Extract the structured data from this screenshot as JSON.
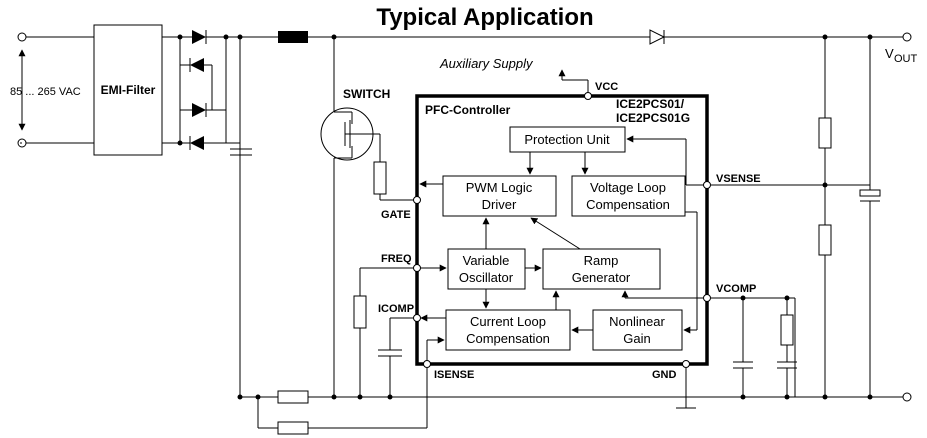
{
  "title": "Typical Application",
  "input": {
    "voltage_range": "85 ... 265 VAC"
  },
  "blocks": {
    "emi_filter": "EMI-Filter",
    "switch": "SWITCH",
    "controller": "PFC-Controller",
    "part_number_line1": "ICE2PCS01/",
    "part_number_line2": "ICE2PCS01G",
    "protection_unit": "Protection Unit",
    "pwm_line1": "PWM Logic",
    "pwm_line2": "Driver",
    "vloop_line1": "Voltage Loop",
    "vloop_line2": "Compensation",
    "vosc_line1": "Variable",
    "vosc_line2": "Oscillator",
    "ramp_line1": "Ramp",
    "ramp_line2": "Generator",
    "cloop_line1": "Current Loop",
    "cloop_line2": "Compensation",
    "nonlin_line1": "Nonlinear",
    "nonlin_line2": "Gain"
  },
  "labels": {
    "aux_supply": "Auxiliary Supply",
    "vout_main": "V",
    "vout_sub": "OUT"
  },
  "pins": {
    "vcc": "VCC",
    "gate": "GATE",
    "freq": "FREQ",
    "icomp": "ICOMP",
    "isense": "ISENSE",
    "gnd": "GND",
    "vsense": "VSENSE",
    "vcomp": "VCOMP"
  }
}
